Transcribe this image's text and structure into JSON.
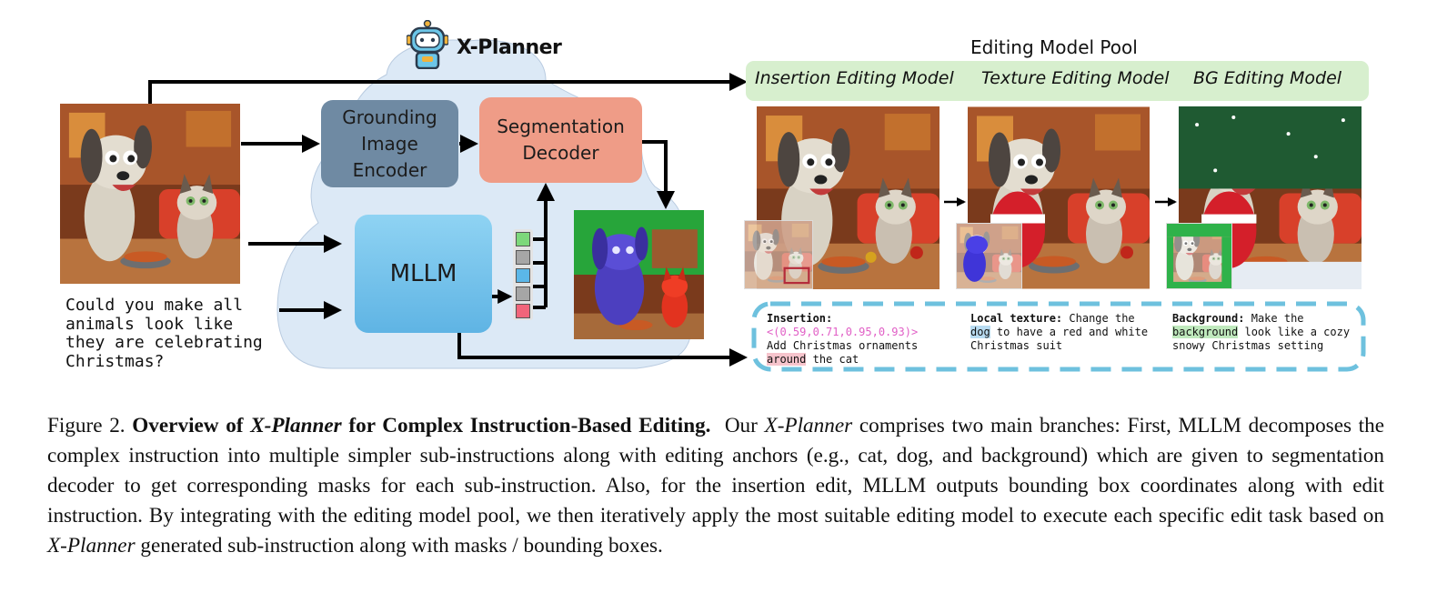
{
  "planner": {
    "title": "X-Planner"
  },
  "blocks": {
    "encoder": "Grounding Image Encoder",
    "decoder": "Segmentation Decoder",
    "mllm": "MLLM"
  },
  "instruction": {
    "line1": "Could you make all",
    "line2": "animals look like",
    "line3": "they are celebrating",
    "line4": "Christmas?"
  },
  "pool": {
    "title": "Editing Model Pool",
    "models": [
      "Insertion Editing Model",
      "Texture Editing Model",
      "BG Editing Model"
    ]
  },
  "token_colors": [
    "#7dd87b",
    "#a6a6a6",
    "#5bb7e8",
    "#a6a6a6",
    "#f2657a"
  ],
  "subinstructions": {
    "insertion": {
      "label": "Insertion:",
      "coords": "<(0.59,0.71,0.95,0.93)>",
      "text_before": "Add Christmas ornaments",
      "highlight": "around",
      "text_after": "the cat"
    },
    "texture": {
      "label": "Local texture:",
      "text_before": "Change the",
      "highlight": "dog",
      "text_after": "to have a red and white Christmas suit"
    },
    "background": {
      "label": "Background:",
      "text_before": "Make the",
      "highlight": "background",
      "text_after": "look like a cozy snowy Christmas setting"
    }
  },
  "caption": {
    "figure_label": "Figure 2.",
    "bold_before": "Overview of",
    "bold_italic": "X-Planner",
    "bold_after": "for Complex Instruction-Based Editing.",
    "text1": "Our",
    "italic1": "X-Planner",
    "text2": "comprises two main branches: First, MLLM decomposes the complex instruction into multiple simpler sub-instructions along with editing anchors (e.g., cat, dog, and background) which are given to segmentation decoder to get corresponding masks for each sub-instruction. Also, for the insertion edit, MLLM outputs bounding box coordinates along with edit instruction. By integrating with the editing model pool, we then iteratively apply the most suitable editing model to execute each specific edit task based on",
    "italic2": "X-Planner",
    "text3": "generated sub-instruction along with masks / bounding boxes."
  }
}
